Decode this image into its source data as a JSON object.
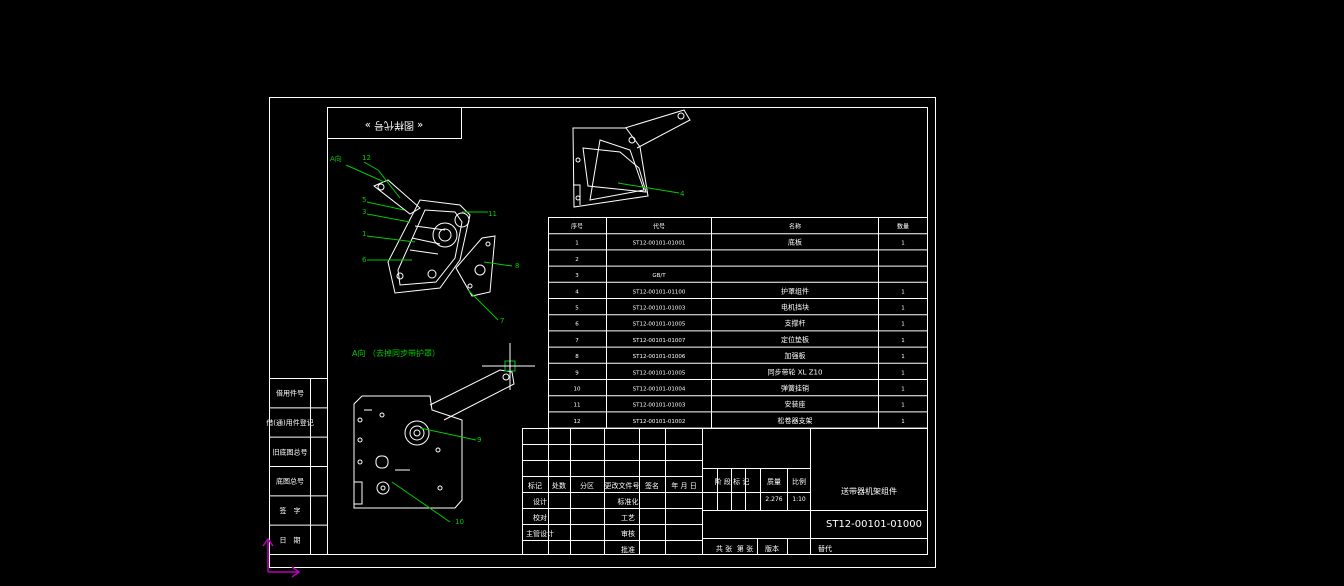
{
  "stamp_text": "« 图样代号 »",
  "view_title": "A向 （去掉同步带护罩）",
  "view_marker": "A向",
  "balloons": [
    "12",
    "5",
    "3",
    "1",
    "6",
    "11",
    "8",
    "7",
    "4",
    "9",
    "10"
  ],
  "parts_table": {
    "headers": [
      "序号",
      "代号",
      "名称",
      "数量"
    ],
    "rows": [
      [
        "1",
        "ST12-00101-01001",
        "底板",
        "1"
      ],
      [
        "2",
        "",
        "",
        ""
      ],
      [
        "3",
        "GB/T",
        "",
        ""
      ],
      [
        "4",
        "ST12-00101-01100",
        "护罩组件",
        "1"
      ],
      [
        "5",
        "ST12-00101-01003",
        "电机挡块",
        "1"
      ],
      [
        "6",
        "ST12-00101-01005",
        "支撑杆",
        "1"
      ],
      [
        "7",
        "ST12-00101-01007",
        "定位垫板",
        "1"
      ],
      [
        "8",
        "ST12-00101-01006",
        "加强板",
        "1"
      ],
      [
        "9",
        "ST12-00101-01005",
        "同步带轮 XL Z10",
        "1"
      ],
      [
        "10",
        "ST12-00101-01004",
        "弹簧挂销",
        "1"
      ],
      [
        "11",
        "ST12-00101-01003",
        "安装座",
        "1"
      ],
      [
        "12",
        "ST12-00101-01002",
        "松卷器支架",
        "1"
      ]
    ]
  },
  "left_strip": [
    "借用件号",
    "借(通)用件登记",
    "旧底图总号",
    "底图总号",
    "签　字",
    "日　期"
  ],
  "title_block": {
    "rev_headers": [
      "标记",
      "处数",
      "分区",
      "更改文件号",
      "签名",
      "年 月 日"
    ],
    "roles_left": [
      "设计",
      "校对",
      "主管设计"
    ],
    "roles_right": [
      "标准化",
      "工艺",
      "审核",
      "批准"
    ],
    "stage_label": "阶 段 标 记",
    "mass_label": "质量",
    "scale_label": "比例",
    "mass_value": "2.276",
    "scale_value": "1:10",
    "drawing_name": "送带器机架组件",
    "drawing_number": "ST12-00101-01000",
    "sheet_total": "共 张",
    "sheet_num": "第 张",
    "version_label": "版本",
    "replace_label": "替代"
  }
}
